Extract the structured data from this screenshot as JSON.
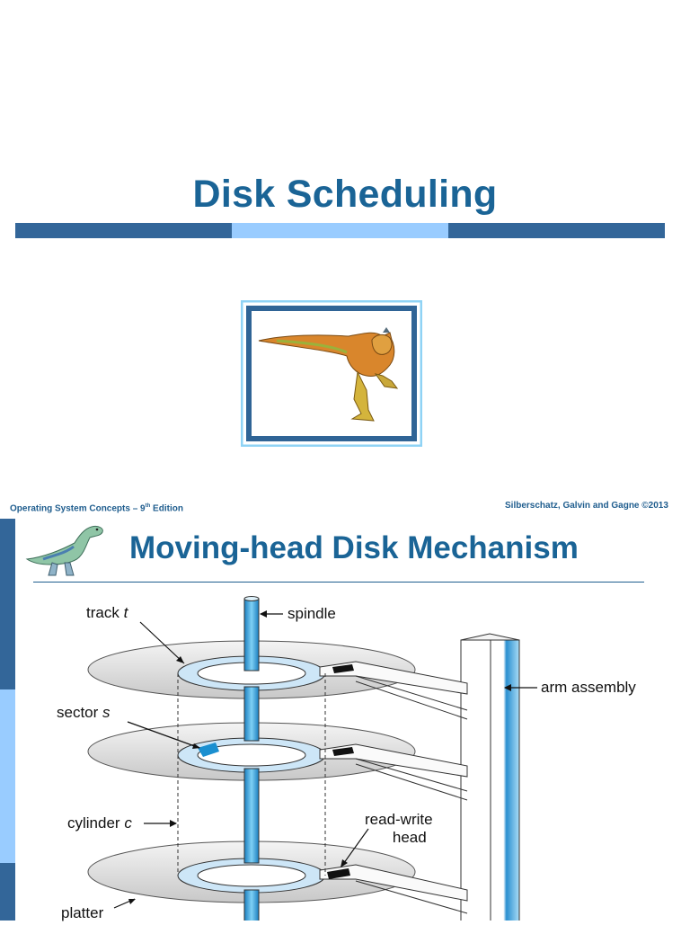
{
  "slide1": {
    "title": "Disk Scheduling"
  },
  "footer": {
    "left_prefix": "Operating System Concepts – 9",
    "left_sup": "th",
    "left_suffix": " Edition",
    "right": "Silberschatz, Galvin and Gagne ©2013"
  },
  "slide2": {
    "title": "Moving-head Disk Mechanism",
    "labels": {
      "track": "track ",
      "track_var": "t",
      "spindle": "spindle",
      "arm_assembly": "arm assembly",
      "sector": "sector ",
      "sector_var": "s",
      "cylinder": "cylinder ",
      "cylinder_var": "c",
      "read_write_1": "read-write",
      "read_write_2": "head",
      "platter": "platter"
    }
  },
  "colors": {
    "title": "#1a6496",
    "bar_dark": "#336699",
    "bar_light": "#99ccff",
    "accent": "#1f5d8e"
  },
  "icons": [
    "dinosaur-logo-icon",
    "small-dinosaur-icon"
  ]
}
